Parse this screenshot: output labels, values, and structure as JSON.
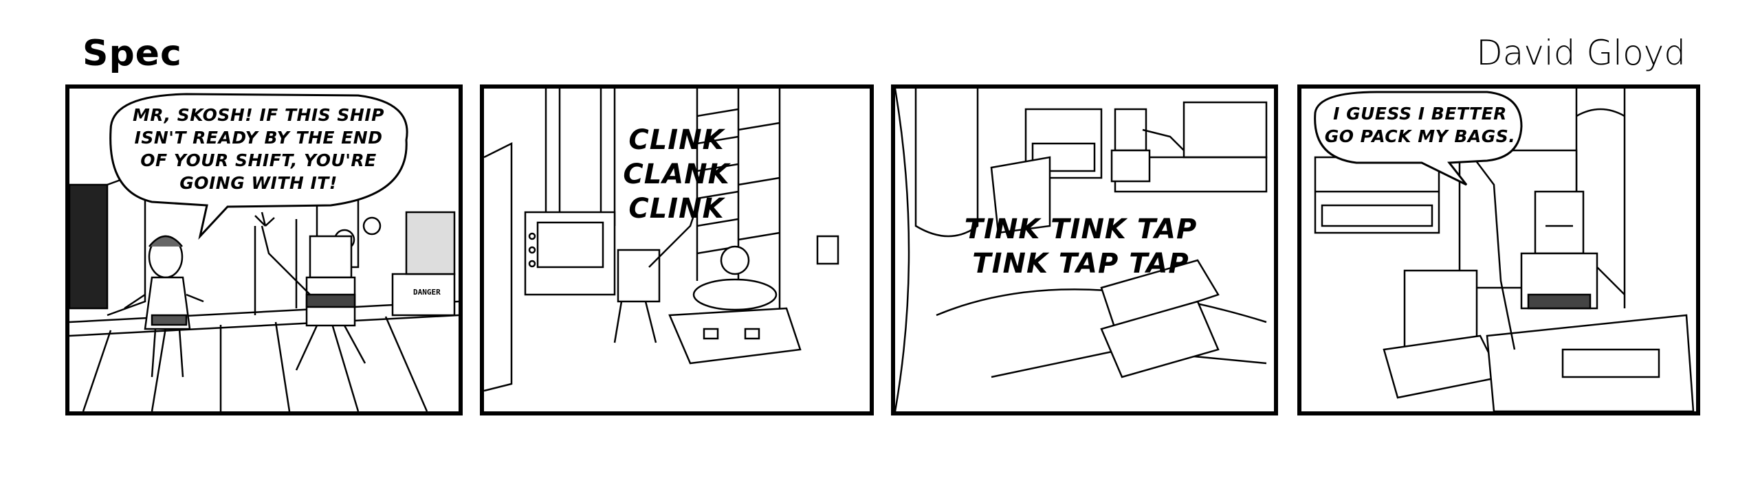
{
  "comic": {
    "title": "Spec",
    "author": "David Gloyd"
  },
  "panels": [
    {
      "balloon": [
        "MR, SKOSH! IF THIS SHIP",
        "ISN'T READY BY THE END",
        "OF YOUR SHIFT, YOU'RE",
        "GOING WITH IT!"
      ],
      "sign": "DANGER"
    },
    {
      "sfx": [
        "CLINK",
        "CLANK",
        "CLINK"
      ]
    },
    {
      "sfx": [
        "TINK TINK TAP",
        "TINK TAP TAP"
      ]
    },
    {
      "balloon": [
        "I GUESS I BETTER",
        "GO PACK MY BAGS."
      ]
    }
  ]
}
